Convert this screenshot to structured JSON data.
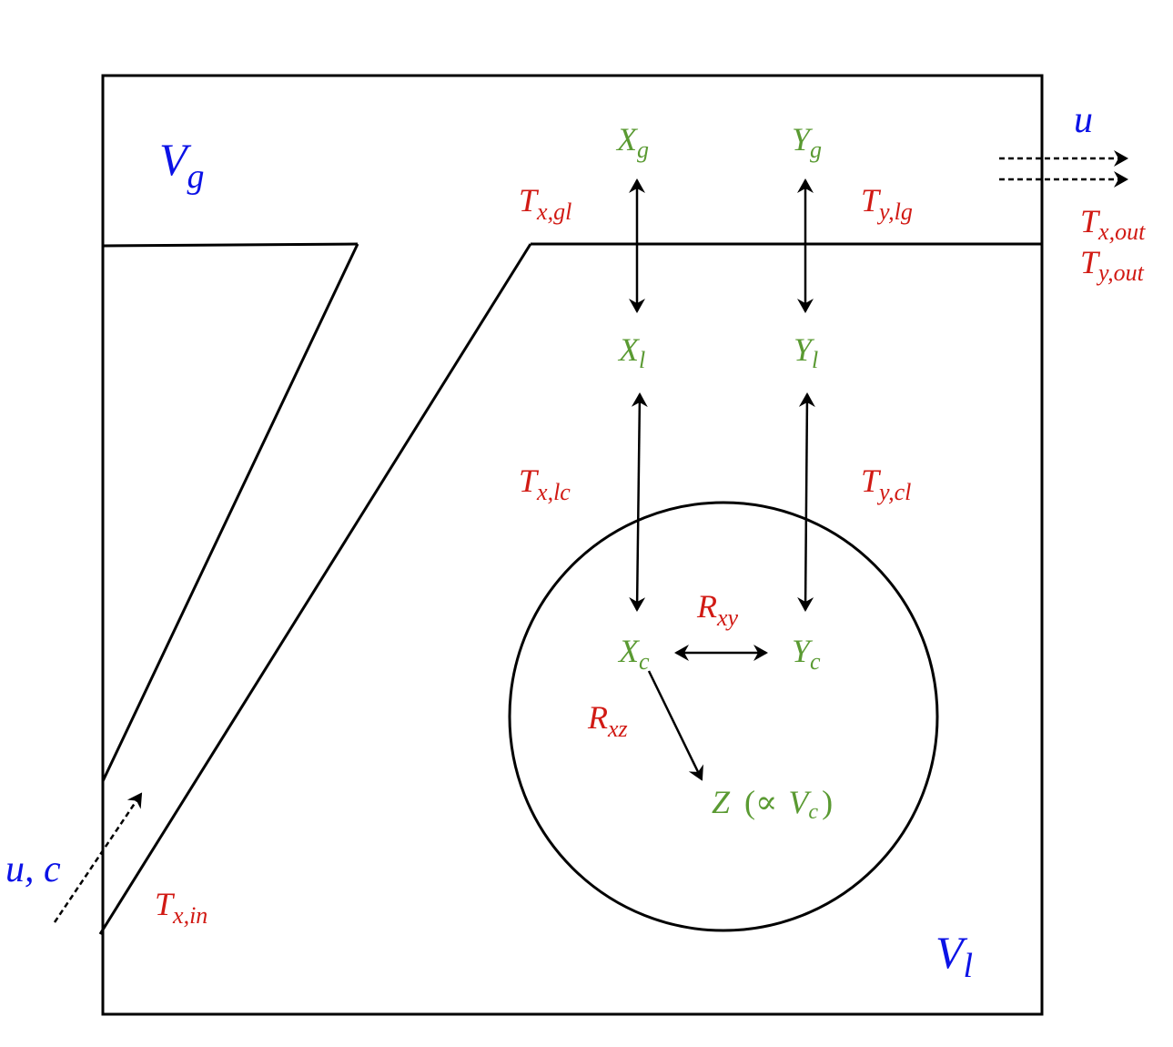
{
  "volumes": {
    "gas": {
      "sym": "V",
      "sub": "g"
    },
    "liquid": {
      "sym": "V",
      "sub": "l"
    }
  },
  "inflow": {
    "label": "u, c"
  },
  "outflow": {
    "label": "u"
  },
  "species": {
    "xg": {
      "sym": "X",
      "sub": "g"
    },
    "yg": {
      "sym": "Y",
      "sub": "g"
    },
    "xl": {
      "sym": "X",
      "sub": "l"
    },
    "yl": {
      "sym": "Y",
      "sub": "l"
    },
    "xc": {
      "sym": "X",
      "sub": "c"
    },
    "yc": {
      "sym": "Y",
      "sub": "c"
    },
    "z": {
      "sym": "Z",
      "paren_open": "(",
      "propto": "∝",
      "vc_sym": "V",
      "vc_sub": "c",
      "paren_close": ")"
    }
  },
  "rates": {
    "t_x_gl": {
      "sym": "T",
      "sub": "x,gl"
    },
    "t_y_lg": {
      "sym": "T",
      "sub": "y,lg"
    },
    "t_x_out": {
      "sym": "T",
      "sub": "x,out"
    },
    "t_y_out": {
      "sym": "T",
      "sub": "y,out"
    },
    "t_x_lc": {
      "sym": "T",
      "sub": "x,lc"
    },
    "t_y_cl": {
      "sym": "T",
      "sub": "y,cl"
    },
    "r_xy": {
      "sym": "R",
      "sub": "xy"
    },
    "r_xz": {
      "sym": "R",
      "sub": "xz"
    },
    "t_x_in": {
      "sym": "T",
      "sub": "x,in"
    }
  },
  "colors": {
    "volume": "#0b12e6",
    "rate": "#d11a14",
    "species": "#5a9a32",
    "lines": "#000000"
  }
}
